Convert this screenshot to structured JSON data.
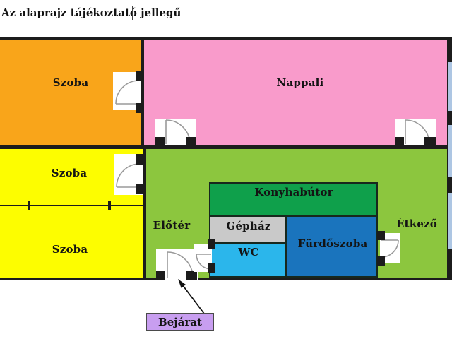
{
  "title": {
    "text": "Az alaprajz tájékoztató jellegű"
  },
  "rooms": {
    "szoba_top": {
      "label": "Szoba",
      "color": "#f9a51a"
    },
    "nappali": {
      "label": "Nappali",
      "color": "#f99bcb"
    },
    "szoba_middle": {
      "label": "Szoba",
      "color": "#fdfd00"
    },
    "szoba_bottom": {
      "label": "Szoba",
      "color": "#fdfd00"
    },
    "hall": {
      "label": "Előtér",
      "color": "#8cc63e"
    },
    "etkezo": {
      "label": "Étkező"
    },
    "konyhabutor": {
      "label": "Konyhabútor",
      "color": "#0fa04b"
    },
    "gephaz": {
      "label": "Gépház",
      "color": "#c9c9c9"
    },
    "wc": {
      "label": "WC",
      "color": "#2bb6eb"
    },
    "furdoszoba": {
      "label": "Fürdőszoba",
      "color": "#1a74bd"
    }
  },
  "entrance": {
    "label": "Bejárat",
    "color": "#c89ef0"
  },
  "window_color": "#adc6e3",
  "wall_color": "#1c1c1c"
}
